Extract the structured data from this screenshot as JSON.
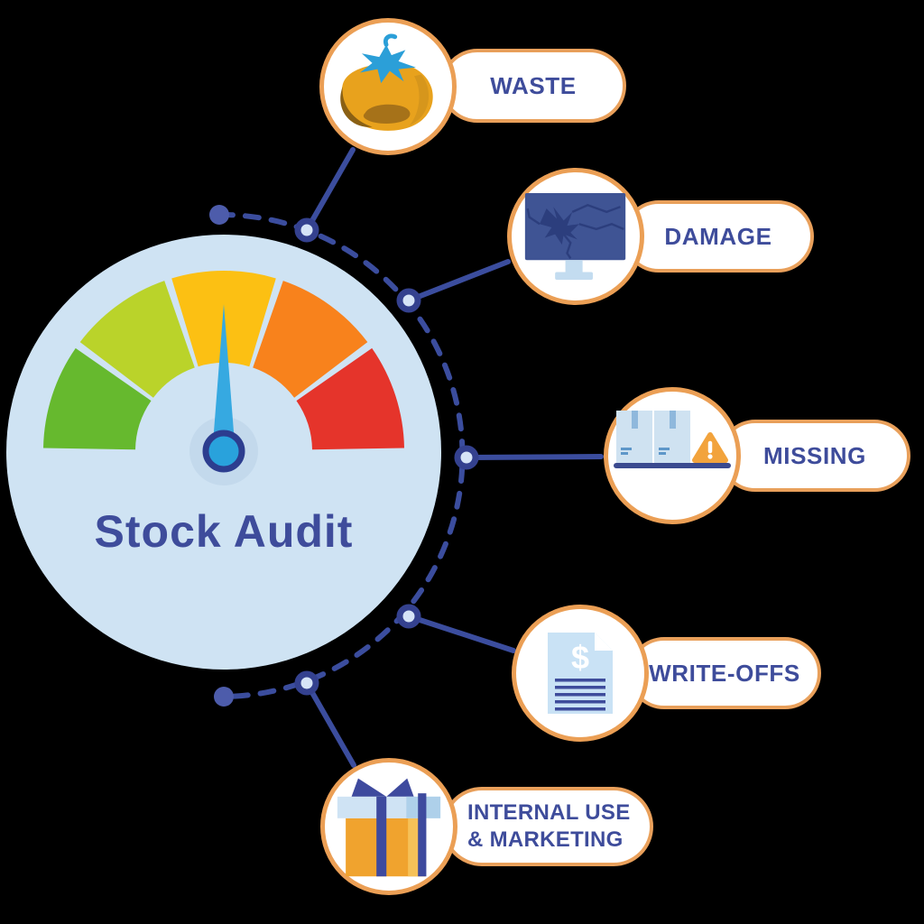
{
  "title": "Stock Audit",
  "items": [
    {
      "label": "WASTE",
      "icon": "rotten-tomato"
    },
    {
      "label": "DAMAGE",
      "icon": "broken-monitor"
    },
    {
      "label": "MISSING",
      "icon": "missing-boxes-warning"
    },
    {
      "label": "WRITE-OFFS",
      "icon": "dollar-document"
    },
    {
      "label": "INTERNAL USE & MARKETING",
      "icon": "gift-box"
    }
  ],
  "icons": {
    "dollar_symbol": "$"
  },
  "colors": {
    "background": "#000000",
    "center_circle": "#cfe3f3",
    "title_text": "#3e4c9b",
    "label_text": "#3e4c9b",
    "icon_circle_border": "#eb9f55",
    "pill_border": "#e9a05b",
    "connector": "#3b4d9e",
    "connector_dot": "#4d5cab",
    "node_fill": "#d6e4f7",
    "node_ring": "#34418f",
    "gauge": {
      "green": "#66b92e",
      "lime": "#bad32a",
      "amber": "#fcc013",
      "orange": "#f8821c",
      "red": "#e5342b"
    },
    "needle": "#36a9e1",
    "needle_hub": "#29a2dc",
    "needle_hub_ring": "#2c3d8f",
    "needle_halo": "#c3d9ec"
  }
}
